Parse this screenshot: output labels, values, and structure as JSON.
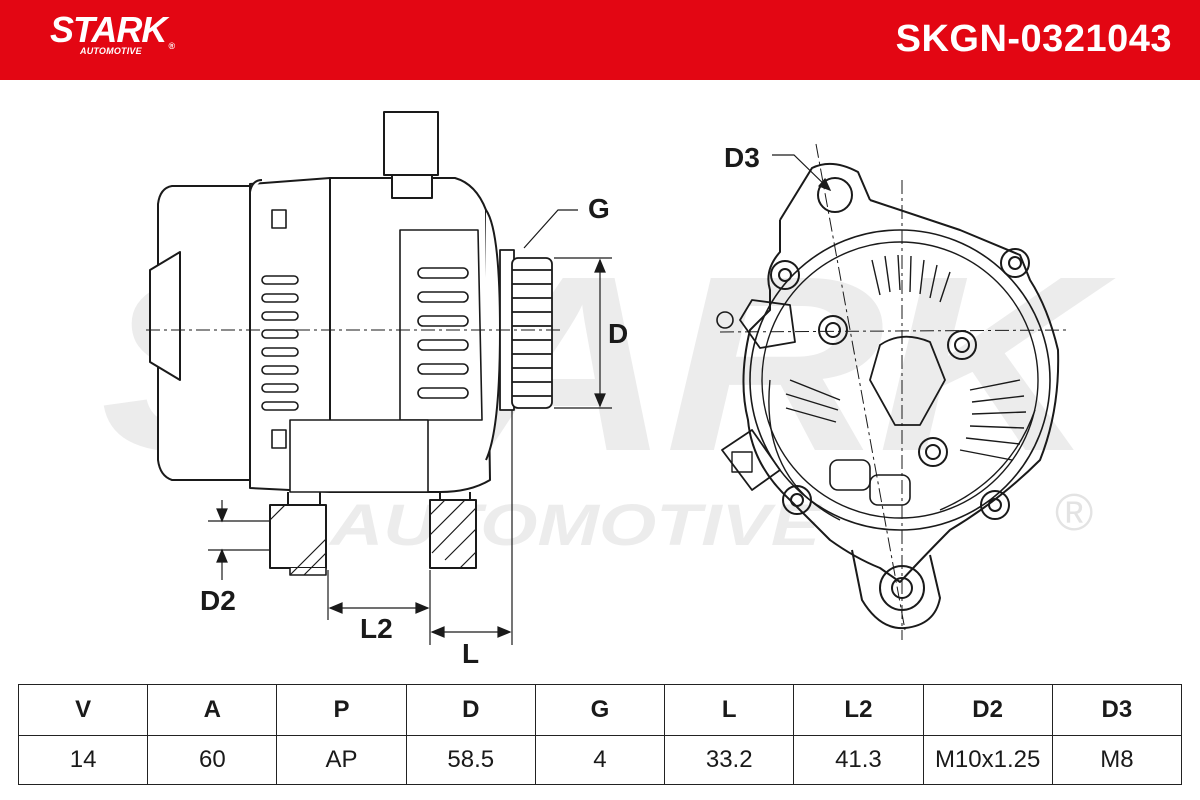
{
  "brand": {
    "name": "STARK",
    "registered": "®",
    "tagline": "AUTOMOTIVE"
  },
  "product": {
    "part_number": "SKGN-0321043"
  },
  "watermark": {
    "text_main": "STARK",
    "text_sub": "AUTOMOTIVE",
    "registered": "®"
  },
  "dimension_labels": {
    "g": "G",
    "d": "D",
    "d2": "D2",
    "d3": "D3",
    "l": "L",
    "l2": "L2"
  },
  "spec_table": {
    "headers": [
      "V",
      "A",
      "P",
      "D",
      "G",
      "L",
      "L2",
      "D2",
      "D3"
    ],
    "values": [
      "14",
      "60",
      "AP",
      "58.5",
      "4",
      "33.2",
      "41.3",
      "M10x1.25",
      "M8"
    ]
  },
  "colors": {
    "brand_red": "#e30613",
    "line": "#1a1a1a",
    "watermark": "#e6e6e6"
  }
}
